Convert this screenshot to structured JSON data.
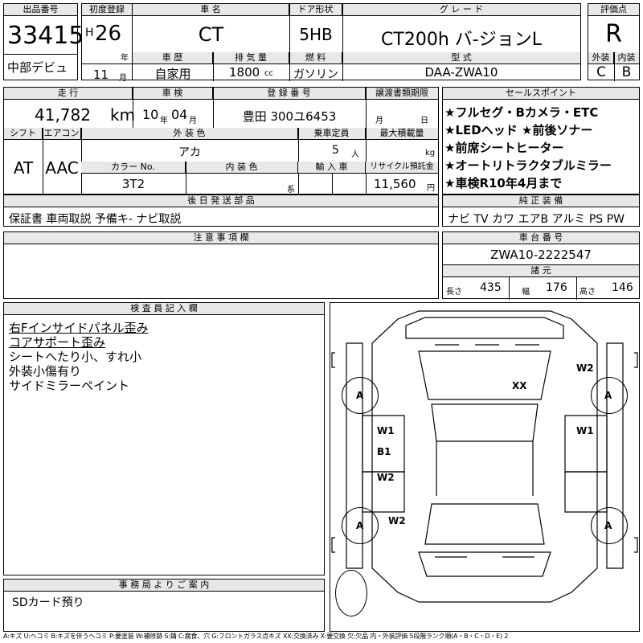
{
  "lot": {
    "label": "出品番号",
    "number": "33415",
    "note": "中部デビュ"
  },
  "first_reg": {
    "label": "初度登録",
    "era": "H",
    "year": "26",
    "year_unit": "年",
    "month": "11",
    "month_unit": "月"
  },
  "car_name": {
    "label": "車 名",
    "value": "CT"
  },
  "door": {
    "label": "ドア形状",
    "value": "5HB"
  },
  "grade": {
    "label": "グ レ ー ド",
    "value": "CT200h バ-ジョンL"
  },
  "score": {
    "label": "評価点",
    "value": "R"
  },
  "history": {
    "label": "車 歴",
    "value": "自家用"
  },
  "displacement": {
    "label": "排 気 量",
    "value": "1800",
    "unit": "cc"
  },
  "fuel": {
    "label": "燃 料",
    "value": "ガソリン"
  },
  "model_code": {
    "label": "型 式",
    "value": "DAA-ZWA10"
  },
  "ext_int": {
    "ext_label": "外装",
    "int_label": "内装",
    "ext": "C",
    "int": "B"
  },
  "mileage": {
    "label": "走 行",
    "value": "41,782",
    "unit": "km"
  },
  "inspection": {
    "label": "車 検",
    "year": "10",
    "year_unit": "年",
    "month": "04",
    "month_unit": "月"
  },
  "reg_no": {
    "label": "登 録 番 号",
    "value": "豊田 300ユ6453"
  },
  "transfer_deadline": {
    "label": "譲渡書類期限",
    "month_unit": "月",
    "day_unit": "日"
  },
  "selling_points": {
    "label": "セールスポイント",
    "lines": [
      "★フルセグ・Bカメラ・ETC",
      "★LEDヘッド ★前後ソナー",
      "★前席シートヒーター",
      "★オートリトラクタブルミラー",
      "★車検R10年4月まで"
    ]
  },
  "shift": {
    "label": "シフト",
    "value": "AT"
  },
  "aircon": {
    "label": "エアコン",
    "value": "AAC"
  },
  "ext_color": {
    "label": "外 装 色",
    "value": "アカ"
  },
  "capacity": {
    "label": "乗車定員",
    "value": "5",
    "unit": "人"
  },
  "max_load": {
    "label": "最大積載量",
    "unit": "kg"
  },
  "color_no": {
    "label": "カラー No.",
    "value": "3T2"
  },
  "int_color": {
    "label": "内 装 色",
    "unit": "系"
  },
  "import": {
    "label": "輸 入 車"
  },
  "recycle": {
    "label": "リサイクル預託金",
    "value": "11,560",
    "unit": "円"
  },
  "later_parts": {
    "label": "後 日 発 送 部 品",
    "value": "保証書 車両取説 予備キ- ナビ取説"
  },
  "equipment": {
    "label": "純 正 装 備",
    "value": "ナビ TV カワ エアB アルミ PS PW"
  },
  "notes": {
    "label": "注 意 事 項 欄"
  },
  "chassis": {
    "label": "車 台 番 号",
    "value": "ZWA10-2222547"
  },
  "dims": {
    "label": "諸 元",
    "length_label": "長さ",
    "length": "435",
    "width_label": "幅",
    "width": "176",
    "height_label": "高さ",
    "height": "146"
  },
  "inspector": {
    "label": "検 査 員 記 入 欄",
    "lines": [
      "右Fインサイドパネル歪み",
      "コアサポート歪み",
      "シートへたり小、すれ小",
      "外装小傷有り",
      "サイドミラーペイント"
    ]
  },
  "office": {
    "label": "事 務 局 よ り ご 案 内",
    "value": "SDカード預り"
  },
  "legend": {
    "value": "A:キズ U:ヘコミ B:キズを伴うヘコミ P:要塗装 W:補修跡 S:錆 C:腐食、穴 G:フロントガラス点キズ XX:交換済み X:要交換 欠:欠品 内・外装評価 5段階ランク順(A・B・C・D・E) 2"
  },
  "diagram_marks": {
    "xx": "XX",
    "w2_top": "W2",
    "a": "A",
    "w1": "W1",
    "b1": "B1",
    "w2": "W2"
  }
}
